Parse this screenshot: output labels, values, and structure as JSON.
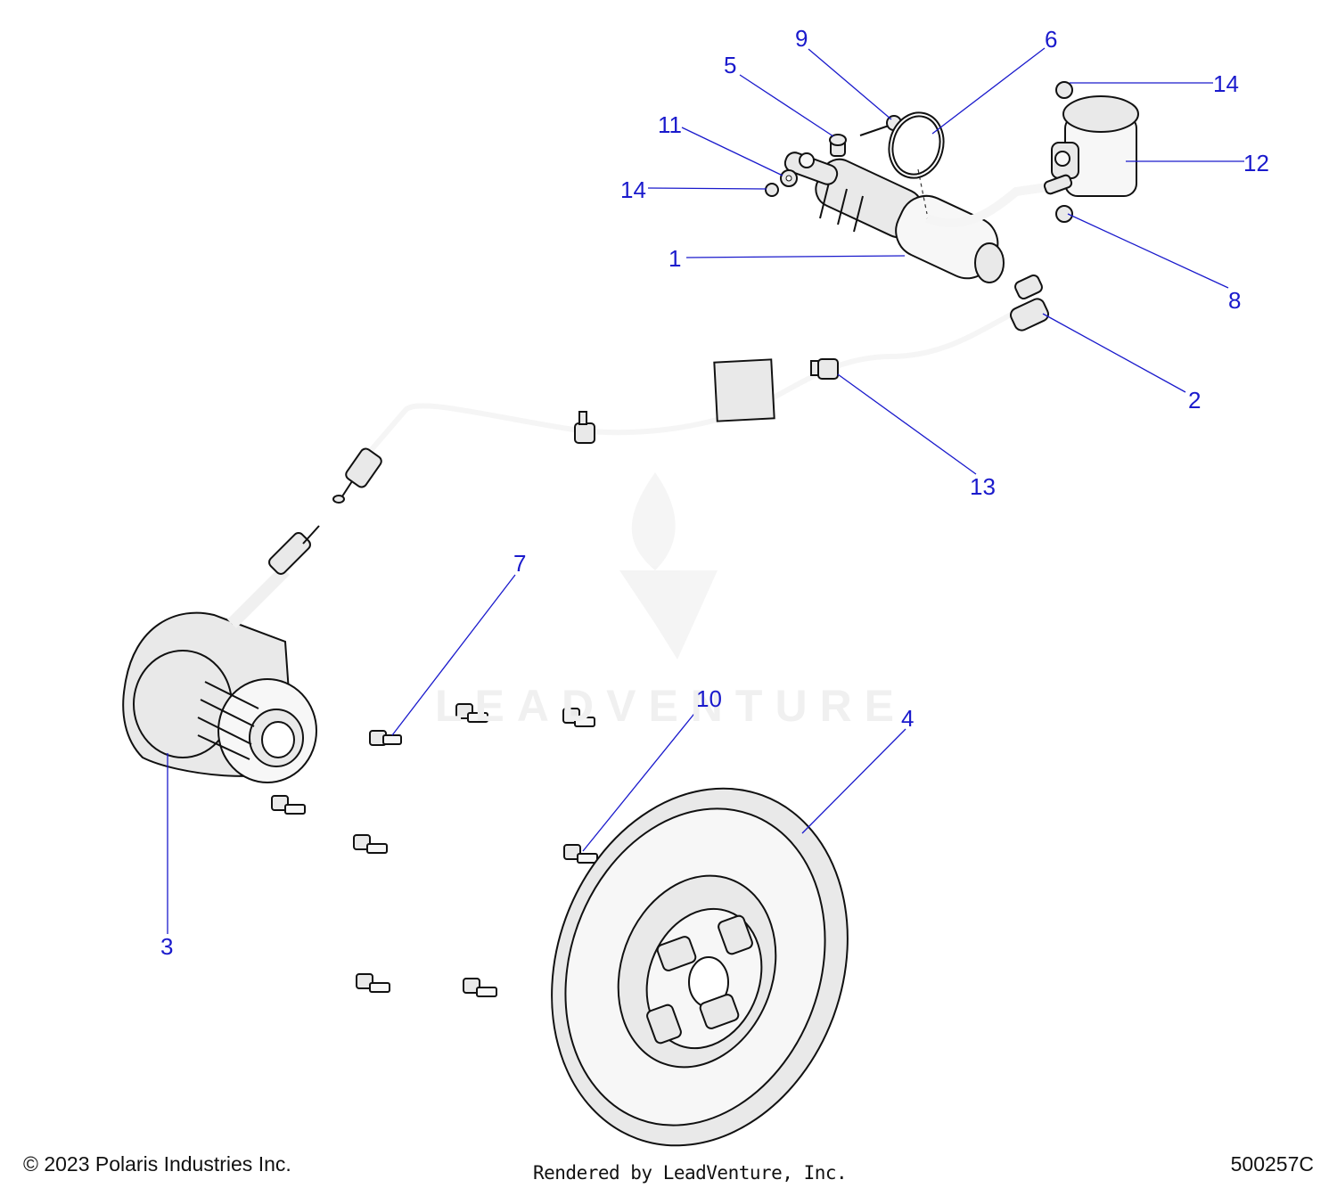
{
  "diagram": {
    "callouts": [
      {
        "id": "c1",
        "label": "1"
      },
      {
        "id": "c2",
        "label": "2"
      },
      {
        "id": "c3",
        "label": "3"
      },
      {
        "id": "c4",
        "label": "4"
      },
      {
        "id": "c5",
        "label": "5"
      },
      {
        "id": "c6",
        "label": "6"
      },
      {
        "id": "c7",
        "label": "7"
      },
      {
        "id": "c8",
        "label": "8"
      },
      {
        "id": "c9",
        "label": "9"
      },
      {
        "id": "c10",
        "label": "10"
      },
      {
        "id": "c11",
        "label": "11"
      },
      {
        "id": "c12",
        "label": "12"
      },
      {
        "id": "c13",
        "label": "13"
      },
      {
        "id": "c14a",
        "label": "14"
      },
      {
        "id": "c14b",
        "label": "14"
      }
    ],
    "watermark": "LEADVENTURE",
    "callout_color": "#1a1acc"
  },
  "footer": {
    "copyright": "© 2023 Polaris Industries Inc.",
    "rendered_by": "Rendered by LeadVenture, Inc.",
    "drawing_id": "500257C"
  }
}
